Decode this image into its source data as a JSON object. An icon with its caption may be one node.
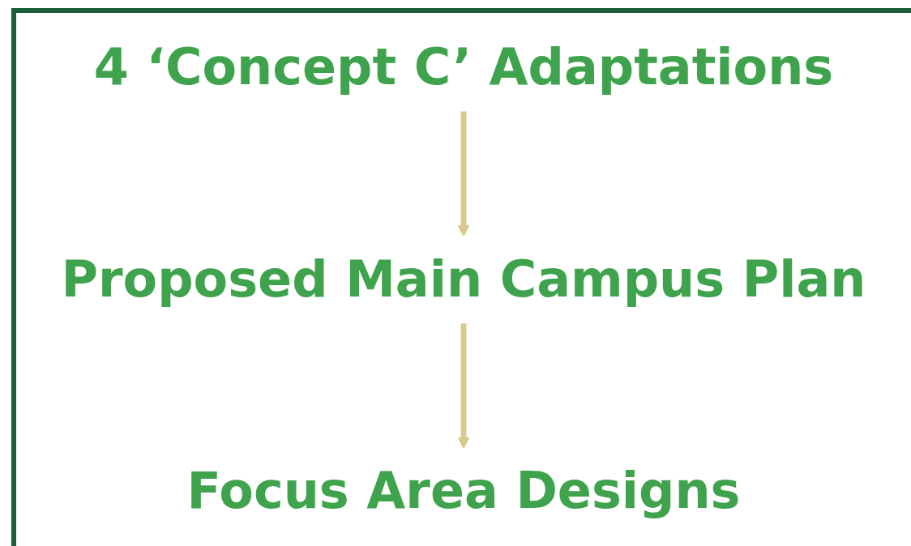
{
  "diagram": {
    "nodes": [
      {
        "text": [
          "4 ‘Concept C’ Adaptations"
        ]
      },
      {
        "text": [
          "Proposed Main Campus Plan"
        ]
      },
      {
        "text": [
          "Focus Area Designs"
        ]
      }
    ],
    "edges": [
      {
        "from": 0,
        "to": 1,
        "arrow": "to"
      },
      {
        "from": 1,
        "to": 2,
        "arrow": "to"
      }
    ]
  }
}
